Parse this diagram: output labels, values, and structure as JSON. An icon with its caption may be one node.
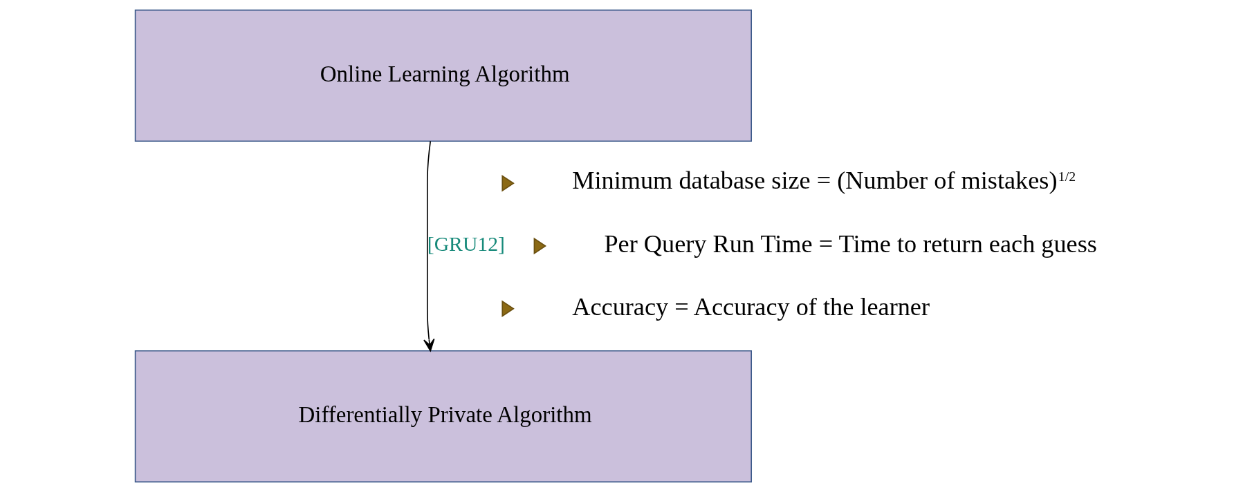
{
  "diagram": {
    "nodes": [
      {
        "text": [
          "Online Learning Algorithm"
        ]
      },
      {
        "text": [
          "Differentially Private Algorithm"
        ]
      }
    ],
    "edges": [
      {
        "from": 0,
        "to": 1,
        "arrow": "to",
        "label": "[GRU12]"
      }
    ],
    "labels": [
      "Minimum database size = (Number of mistakes)$^{1/2}$",
      "Per Query Run Time = Time to return each guess",
      "Accuracy = Accuracy of the learner"
    ]
  }
}
